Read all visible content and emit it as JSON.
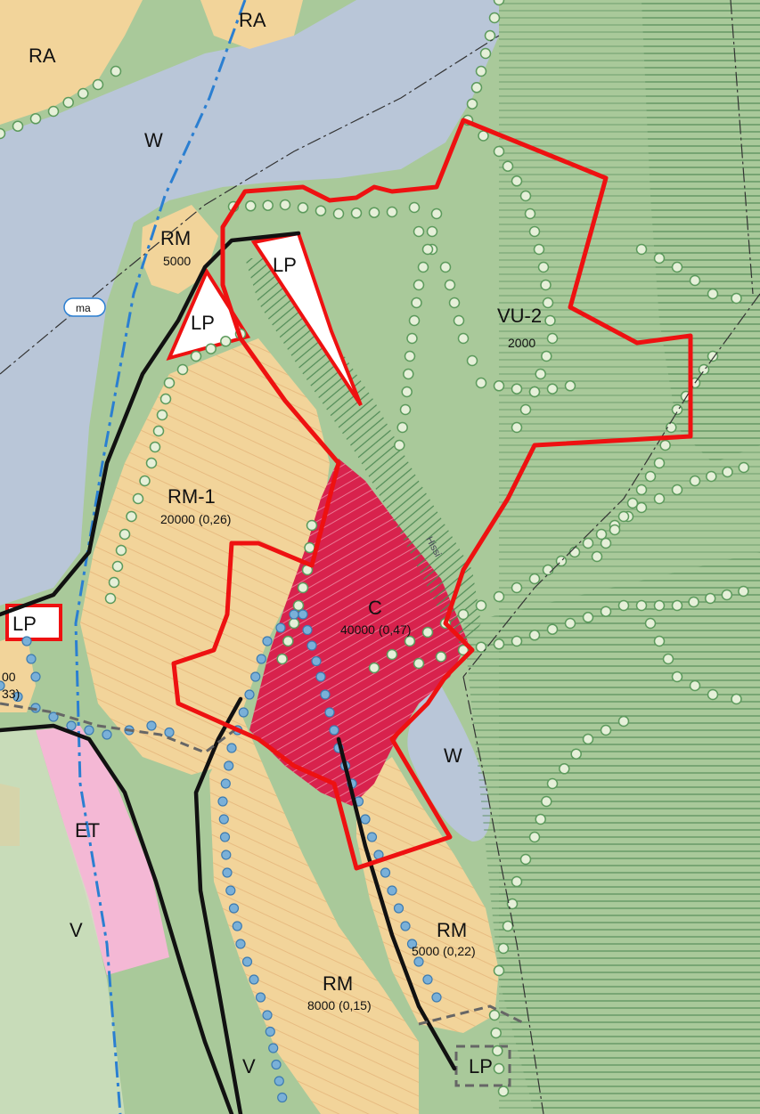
{
  "zones": {
    "ra_left": "RA",
    "ra_top": "RA",
    "w_top": "W",
    "ma_tag": "ma",
    "rm_north": "RM",
    "rm_north_area": "5000",
    "lp_north_a": "LP",
    "lp_north_b": "LP",
    "vu2": "VU-2",
    "vu2_area": "2000",
    "rm1": "RM-1",
    "rm1_area": "20000 (0,26)",
    "c_zone": "C",
    "c_area": "40000 (0,47)",
    "lp_west": "LP",
    "left_partial_a": "00",
    "left_partial_b": "33)",
    "et": "ET",
    "v_left": "V",
    "w_pond": "W",
    "rm_se": "RM",
    "rm_se_area": "5000 (0,22)",
    "rm_s": "RM",
    "rm_s_area": "8000 (0,15)",
    "v_bottom": "V",
    "lp_south": "LP",
    "road_label": "Hissi"
  },
  "colors": {
    "water": "#b9c6d8",
    "forest": "#a9c99a",
    "residential": "#f2d49a",
    "commercial": "#d8224d",
    "boundary": "#ee1111",
    "hatch": "#4f8a55",
    "special": "#f4b8d5"
  }
}
